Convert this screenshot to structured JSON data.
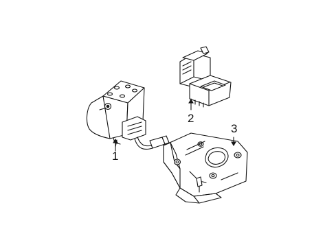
{
  "diagram": {
    "callouts": [
      {
        "id": "1",
        "text": "1"
      },
      {
        "id": "2",
        "text": "2"
      },
      {
        "id": "3",
        "text": "3"
      }
    ],
    "colors": {
      "line": "#111111",
      "background": "#ffffff"
    }
  }
}
